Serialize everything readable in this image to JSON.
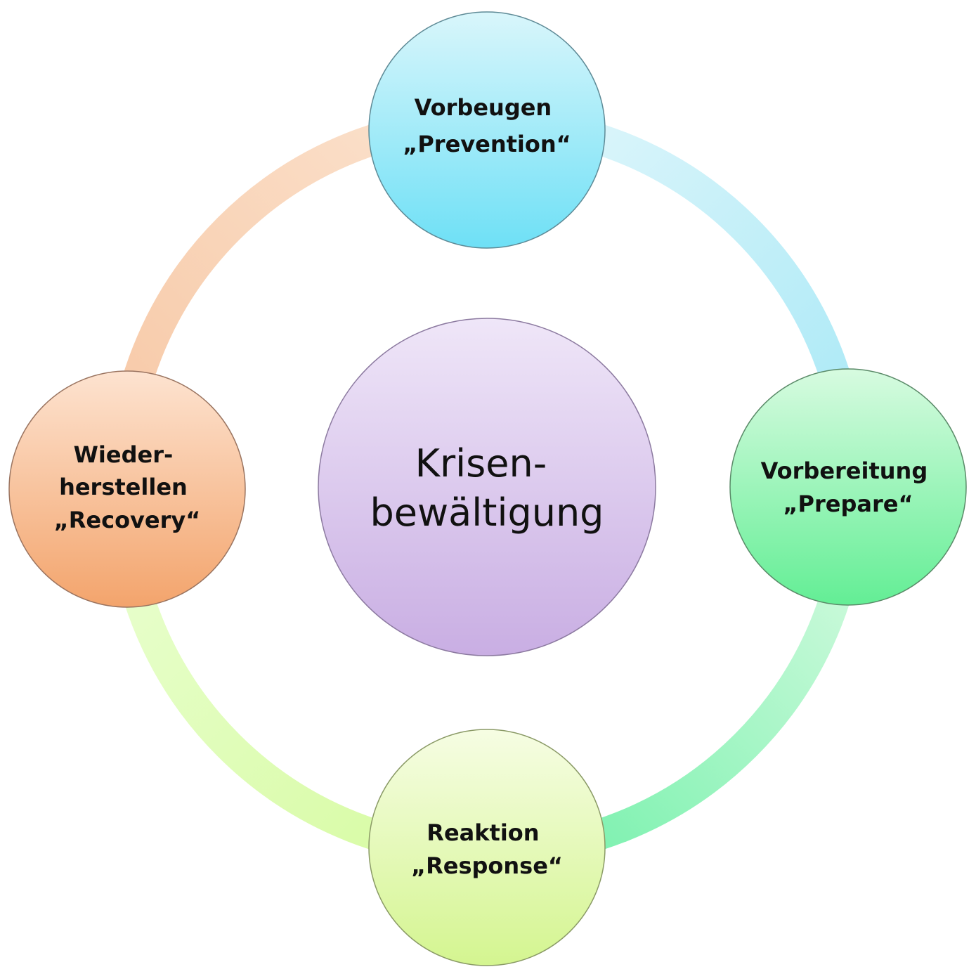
{
  "center": {
    "line1": "Krisen-",
    "line2": "bewältigung",
    "color": "#d9c4ec"
  },
  "phases": {
    "prevention": {
      "line1": "Vorbeugen",
      "line2": "„Prevention“",
      "color": "#aee9f8"
    },
    "prepare": {
      "line1": "Vorbereitung",
      "line2": "„Prepare“",
      "color": "#a6f2bc"
    },
    "response": {
      "line1": "Reaktion",
      "line2": "„Response“",
      "color": "#e6fab0"
    },
    "recovery": {
      "line1": "Wieder-",
      "line2": "herstellen",
      "line3": "„Recovery“",
      "color": "#f6c29e"
    }
  }
}
